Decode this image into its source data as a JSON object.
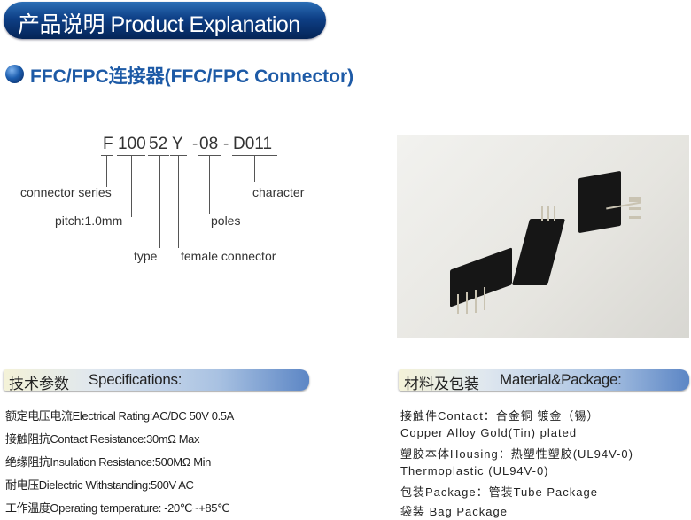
{
  "banner": {
    "title": "产品说明 Product Explanation"
  },
  "subtitle": "FFC/FPC连接器(FFC/FPC Connector)",
  "part_code": {
    "segments": [
      "F",
      "100",
      "52",
      "Y",
      "-",
      "08",
      "-",
      "D011"
    ],
    "labels": {
      "series": "connector series",
      "pitch": "pitch:1.0mm",
      "type": "type",
      "female": "female connector",
      "poles": "poles",
      "character": "character"
    }
  },
  "specs": {
    "header_cn": "技术参数",
    "header_en": "Specifications:",
    "items": [
      "额定电压电流Electrical Rating:AC/DC 50V 0.5A",
      "接触阻抗Contact Resistance:30mΩ Max",
      "绝缘阻抗Insulation Resistance:500MΩ Min",
      "耐电压Dielectric Withstanding:500V AC",
      "工作温度Operating temperature: -20℃~+85℃"
    ]
  },
  "material": {
    "header_cn": "材料及包装",
    "header_en": "Material&Package:",
    "items": [
      "接触件Contact：合金铜 镀金（锡）",
      "Copper Alloy Gold(Tin) plated",
      "塑胶本体Housing：热塑性塑胶(UL94V-0)",
      "Thermoplastic (UL94V-0)",
      "包装Package：管装Tube Package",
      "袋装 Bag Package"
    ]
  }
}
